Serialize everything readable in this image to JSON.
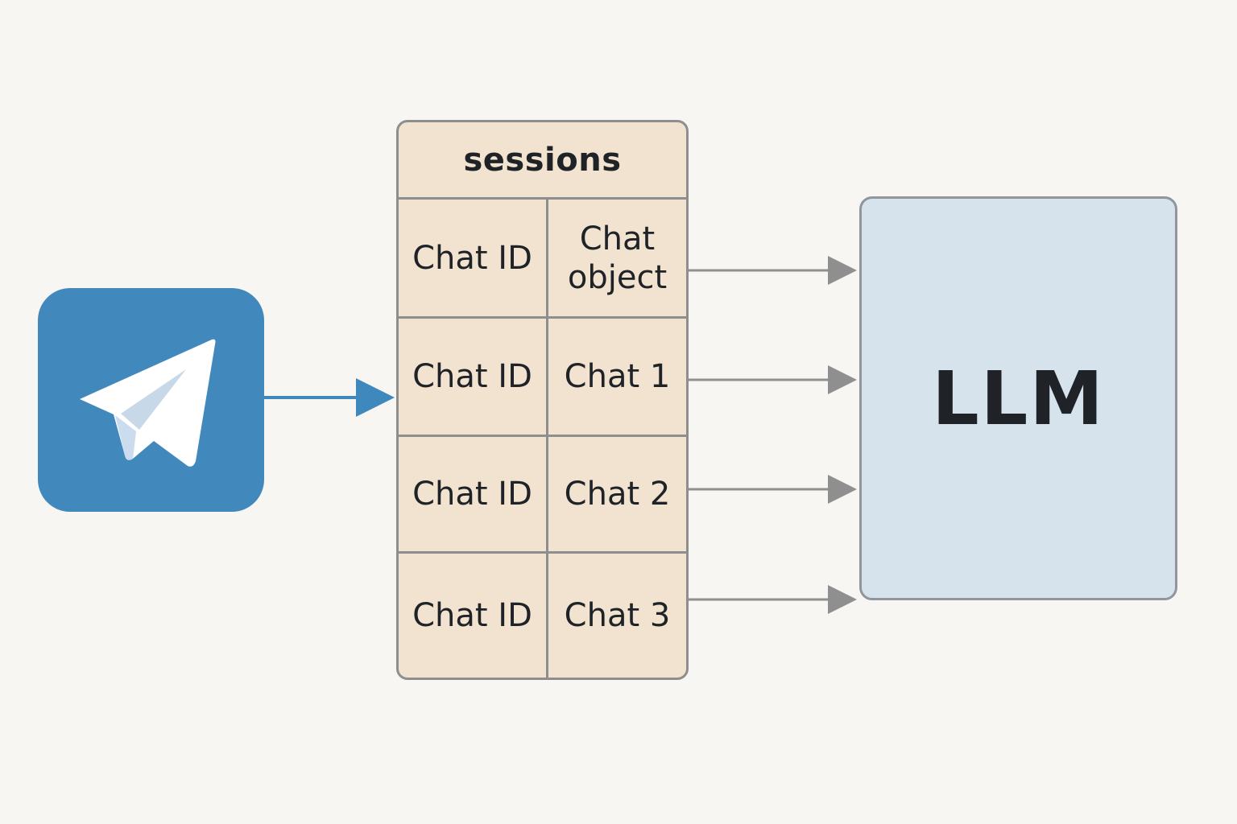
{
  "sessions": {
    "title": "sessions",
    "rows": [
      {
        "key": "Chat ID",
        "value": "Chat\nobject"
      },
      {
        "key": "Chat ID",
        "value": "Chat 1"
      },
      {
        "key": "Chat ID",
        "value": "Chat 2"
      },
      {
        "key": "Chat ID",
        "value": "Chat 3"
      }
    ]
  },
  "llm": {
    "label": "LLM"
  },
  "icons": {
    "source": "telegram-icon"
  },
  "colors": {
    "background": "#f7f6f3",
    "telegram": "#4189bd",
    "sessions_fill": "#f1e3cf",
    "llm_fill": "#d6e3ec",
    "input_arrow": "#3f88bd",
    "output_arrow": "#8f8f8f",
    "text": "#1f2328"
  }
}
